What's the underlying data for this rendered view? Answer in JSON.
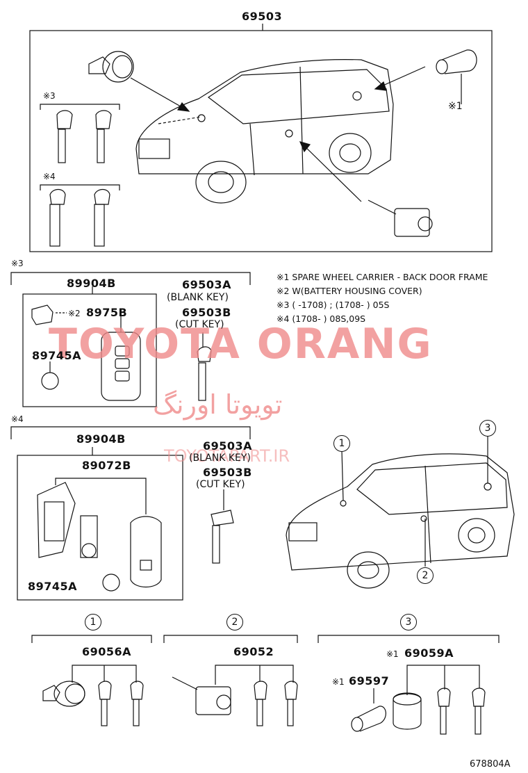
{
  "parts": {
    "main": "69503",
    "key_set_a": "89904B",
    "blank_key_a": "69503A",
    "blank_key_a_desc": "(BLANK KEY)",
    "cut_key_a": "69503B",
    "cut_key_a_desc": "(CUT KEY)",
    "cover_a": "8975B",
    "battery_a": "89745A",
    "key_set_b": "89904B",
    "case_b": "89072B",
    "blank_key_b": "69503A",
    "blank_key_b_desc": "(BLANK KEY)",
    "cut_key_b": "69503B",
    "cut_key_b_desc": "(CUT KEY)",
    "battery_b": "89745A",
    "set1": "69056A",
    "set2": "69052",
    "set3": "69059A",
    "cyl3": "69597"
  },
  "marks": {
    "m1": "※1",
    "m2": "※2",
    "m3": "※3",
    "m4": "※4",
    "m3_sec": "※3",
    "m4_sec": "※4",
    "m2_cover": "※2",
    "m1_set3": "※1",
    "m1_cyl3": "※1"
  },
  "notes": [
    "※1 SPARE WHEEL CARRIER - BACK DOOR FRAME",
    "※2 W(BATTERY HOUSING COVER)",
    "※3 (        -1708) ; (1708-        ) 05S",
    "※4 (1708-        ) 08S,09S"
  ],
  "callouts": {
    "c1": "1",
    "c2": "2",
    "c3": "3",
    "h1": "1",
    "h2": "2",
    "h3": "3"
  },
  "watermark": {
    "en": "TOYOTA ORANG",
    "fa": "تویوتا اورنگ",
    "url": "TOYOTAPART.IR"
  },
  "footer": {
    "code": "678804A"
  }
}
